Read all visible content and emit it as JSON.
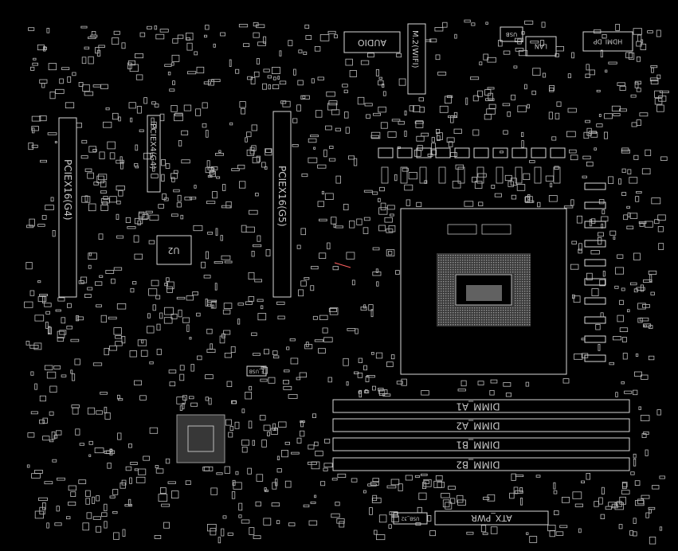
{
  "diagram": {
    "colors": {
      "background": "#000000",
      "line": "#d8d8d8",
      "pad": "#bdbdbd",
      "accent": "#ff6060"
    },
    "labels": {
      "pcie_g4": "PCIEX16(G4)",
      "pcie_g5": "PCIEX16(G5)",
      "pcie_x4": "PCIEX4(G4)",
      "chip_u2": "U2",
      "m2": "M.2(WIFI)",
      "audio": "AUDIO",
      "hdmi": "HDMI_DP",
      "lan": "LAN",
      "usb": "USB",
      "dimm_a1": "DIMM_A1",
      "dimm_a2": "DIMM_A2",
      "dimm_b1": "DIMM_B1",
      "dimm_b2": "DIMM_B2",
      "atx": "ATX_PWR",
      "usb_hdr": "USB_32",
      "f_usb": "F_USB"
    }
  }
}
